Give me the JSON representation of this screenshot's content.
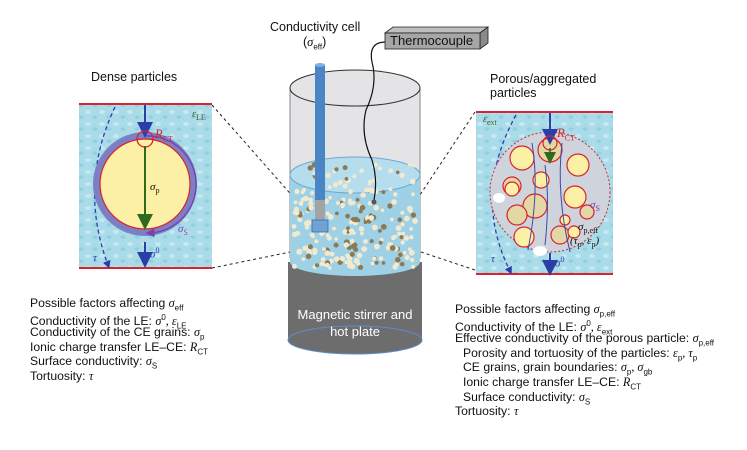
{
  "labels": {
    "conductivity_cell": "Conductivity cell",
    "conductivity_cell_symbol": "(σeff)",
    "thermocouple": "Thermocouple",
    "dense_particles": "Dense particles",
    "porous_particles_line1": "Porous/aggregated",
    "porous_particles_line2": "particles",
    "hot_plate_line1": "Magnetic stirrer and",
    "hot_plate_line2": "hot plate"
  },
  "dense_panel": {
    "symbols": {
      "epsilon_le": "εLE",
      "r_ct": "RCT",
      "sigma_p": "σp",
      "sigma_s": "σS",
      "sigma_0": "σ0",
      "tau": "τ"
    }
  },
  "porous_panel": {
    "symbols": {
      "epsilon_ext": "εext",
      "r_ct": "RCT",
      "sigma_s": "σS",
      "sigma_p_eff": "σp,eff",
      "tau_eps": "(τp, εp)",
      "sigma_0": "σ0",
      "tau": "τ"
    }
  },
  "left_factors": [
    {
      "text": "Possible factors affecting ",
      "sym": "σ",
      "sub": "eff",
      "sup": ""
    },
    {
      "text": "Conductivity of the LE: ",
      "sym": "σ",
      "sub": "",
      "sup": "0",
      "extra": ", ε",
      "extra_sub": "LE"
    },
    {
      "text": "Conductivity of the CE grains: ",
      "sym": "σ",
      "sub": "p",
      "sup": ""
    },
    {
      "text": "Ionic charge transfer LE–CE: ",
      "sym": "R",
      "sub": "CT",
      "sup": ""
    },
    {
      "text": "Surface conductivity: ",
      "sym": "σ",
      "sub": "S",
      "sup": ""
    },
    {
      "text": "Tortuosity: ",
      "sym": "τ",
      "sub": "",
      "sup": ""
    }
  ],
  "right_factors": [
    {
      "text": "Possible factors affecting ",
      "sym": "σ",
      "sub": "p,eff",
      "sup": "",
      "indent": false
    },
    {
      "text": "Conductivity of the LE: ",
      "sym": "σ",
      "sub": "",
      "sup": "0",
      "extra": ", ε",
      "extra_sub": "ext",
      "indent": false
    },
    {
      "text": "Effective conductivity of the porous particle: ",
      "sym": "σ",
      "sub": "p,eff",
      "sup": "",
      "indent": false
    },
    {
      "text": "Porosity and tortuosity of the particles: ",
      "sym": "ε",
      "sub": "p",
      "sup": "",
      "extra": ", τ",
      "extra_sub": "p",
      "indent": true
    },
    {
      "text": "CE grains, grain boundaries: ",
      "sym": "σ",
      "sub": "p",
      "sup": "",
      "extra": ", σ",
      "extra_sub": "gb",
      "indent": true
    },
    {
      "text": "Ionic charge transfer LE–CE: ",
      "sym": "R",
      "sub": "CT",
      "sup": "",
      "indent": true
    },
    {
      "text": "Surface conductivity: ",
      "sym": "σ",
      "sub": "S",
      "sup": "",
      "indent": true
    },
    {
      "text": "Tortuosity: ",
      "sym": "τ",
      "sub": "",
      "sup": "",
      "indent": false
    }
  ],
  "colors": {
    "electrolyte": "#a9dbe8",
    "boundary_red": "#d9232e",
    "arrow_blue": "#2b3ea8",
    "grain_yellow": "#fbf0a6",
    "shell_purple": "#7c7fc4",
    "sigma_p_green": "#2e6b1e",
    "plate_gray": "#6d6d6d",
    "rod_blue": "#4a86c5"
  }
}
